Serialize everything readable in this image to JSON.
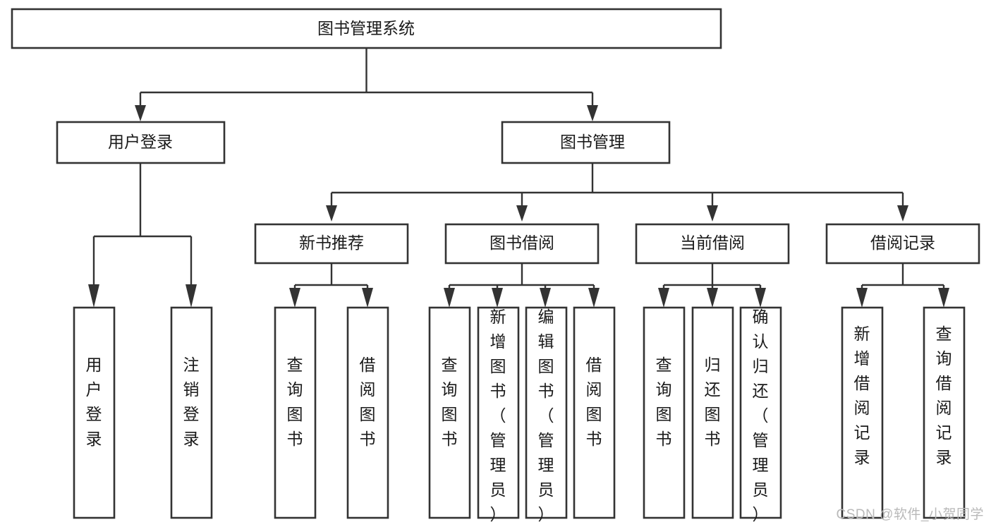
{
  "diagram": {
    "type": "tree",
    "title": "图书管理系统",
    "watermark": "CSDN @软件_小贺同学",
    "colors": {
      "background": "#ffffff",
      "box_fill": "#ffffff",
      "box_stroke": "#333333",
      "text": "#1a1a1a",
      "watermark": "#b9b9b9"
    },
    "root": {
      "label": "图书管理系统"
    },
    "level1": [
      {
        "label": "用户登录"
      },
      {
        "label": "图书管理"
      }
    ],
    "level2": [
      {
        "label": "新书推荐"
      },
      {
        "label": "图书借阅"
      },
      {
        "label": "当前借阅"
      },
      {
        "label": "借阅记录"
      }
    ],
    "leaves": {
      "user_login": [
        {
          "label": "用户登录"
        },
        {
          "label": "注销登录"
        }
      ],
      "new_book_recommend": [
        {
          "label": "查询图书"
        },
        {
          "label": "借阅图书"
        }
      ],
      "book_borrow": [
        {
          "label": "查询图书"
        },
        {
          "label": "新增图书（管理员）"
        },
        {
          "label": "编辑图书（管理员）"
        },
        {
          "label": "借阅图书"
        }
      ],
      "current_borrow": [
        {
          "label": "查询图书"
        },
        {
          "label": "归还图书"
        },
        {
          "label": "确认归还（管理员）"
        }
      ],
      "borrow_record": [
        {
          "label": "新增借阅记录"
        },
        {
          "label": "查询借阅记录"
        }
      ]
    }
  }
}
